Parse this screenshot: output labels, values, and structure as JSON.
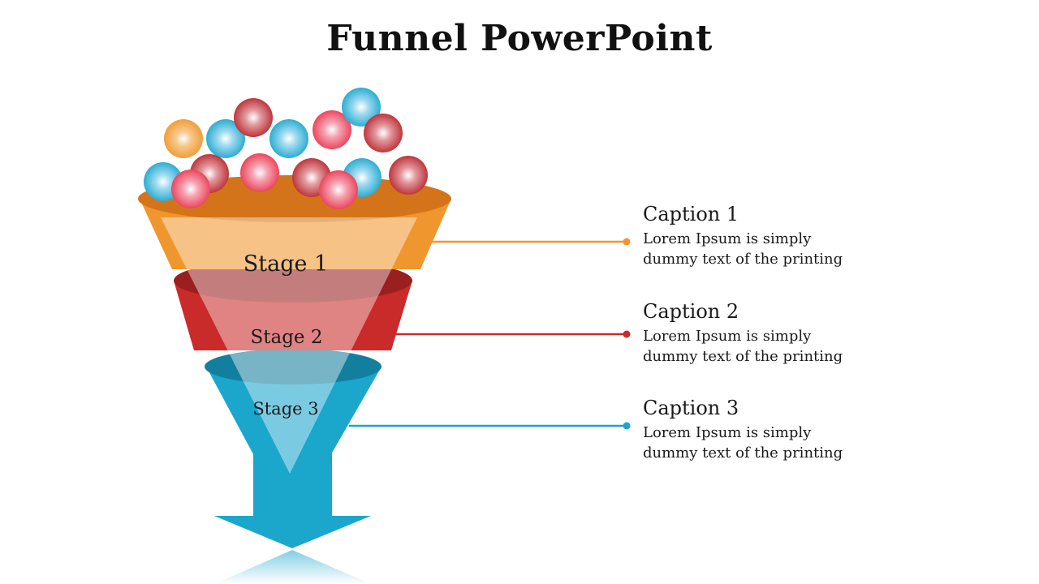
{
  "title": "Funnel PowerPoint",
  "stages": [
    {
      "label": "Stage 1",
      "color": "#F0962E"
    },
    {
      "label": "Stage 2",
      "color": "#C92A2A"
    },
    {
      "label": "Stage 3",
      "color": "#1BA6CC"
    }
  ],
  "captions": [
    {
      "title": "Caption 1",
      "body": "Lorem Ipsum is simply dummy text of the printing",
      "color": "#F0962E"
    },
    {
      "title": "Caption 2",
      "body": "Lorem Ipsum is simply dummy text of the printing",
      "color": "#C92A2A"
    },
    {
      "title": "Caption 3",
      "body": "Lorem Ipsum is simply dummy text of the printing",
      "color": "#1BA6CC"
    }
  ],
  "ball_colors": {
    "orange": "#F0962E",
    "blue": "#1BA6CC",
    "red": "#B8262B",
    "pink": "#E8384F"
  }
}
